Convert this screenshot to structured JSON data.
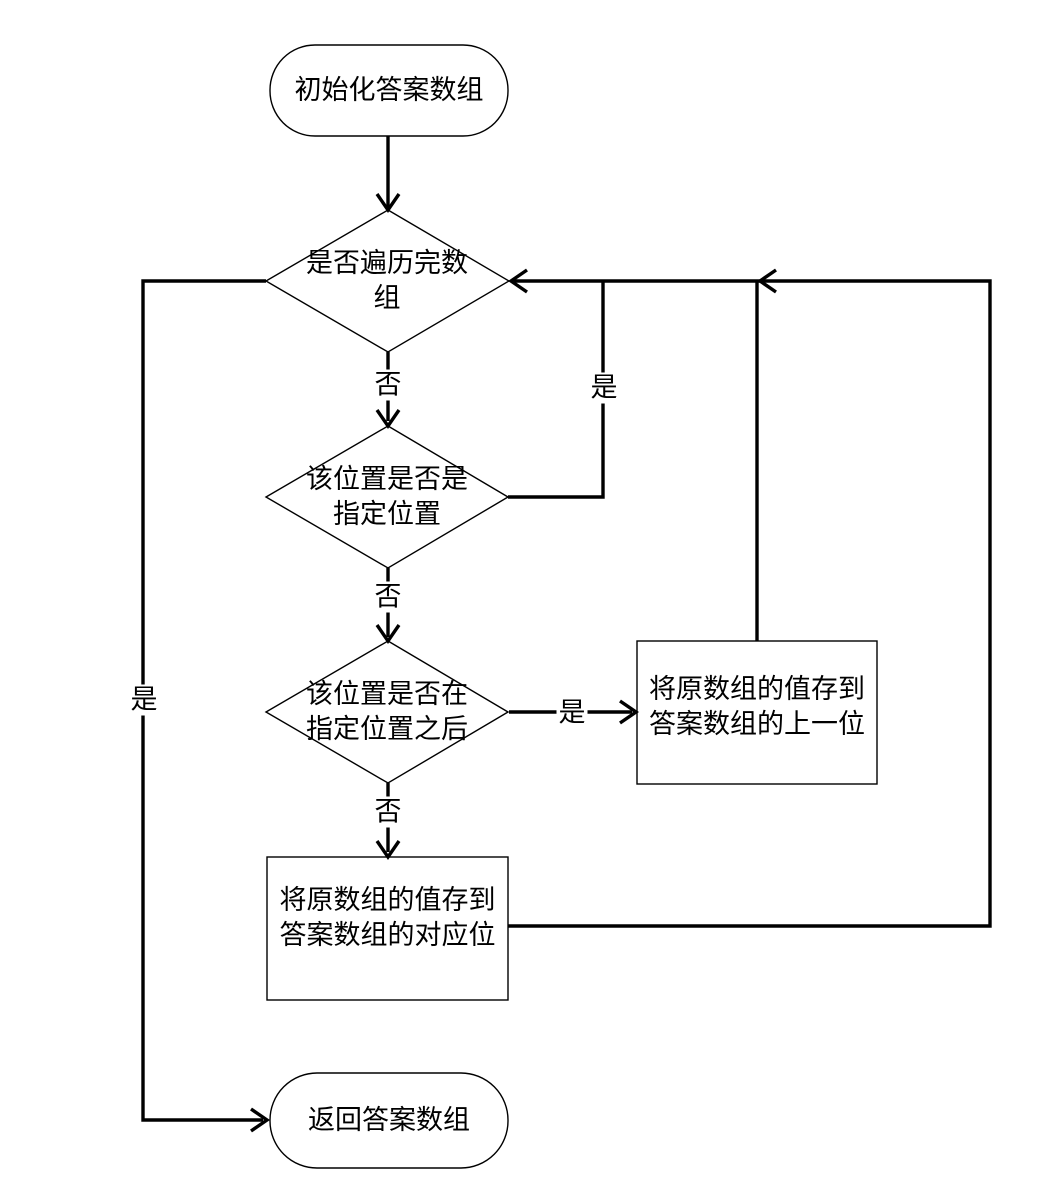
{
  "diagram": {
    "type": "flowchart",
    "language": "zh",
    "colors": {
      "stroke": "#000000",
      "background": "#ffffff",
      "text": "#000000"
    }
  },
  "nodes": {
    "start": {
      "shape": "terminal",
      "text": "初始化答案数组"
    },
    "decision_traversed": {
      "shape": "decision",
      "text": "是否遍历完数\n组"
    },
    "decision_is_target": {
      "shape": "decision",
      "text": "该位置是否是\n指定位置"
    },
    "decision_after_target": {
      "shape": "decision",
      "text": "该位置是否在\n指定位置之后"
    },
    "process_store_prev": {
      "shape": "process",
      "text": "将原数组的值存到\n答案数组的上一位"
    },
    "process_store_same": {
      "shape": "process",
      "text": "将原数组的值存到\n答案数组的对应位"
    },
    "end": {
      "shape": "terminal",
      "text": "返回答案数组"
    }
  },
  "labels": {
    "no_traversed": "否",
    "no_is_target": "否",
    "no_after_target": "否",
    "yes_back_to_top": "是",
    "yes_store_prev": "是",
    "yes_return": "是"
  }
}
